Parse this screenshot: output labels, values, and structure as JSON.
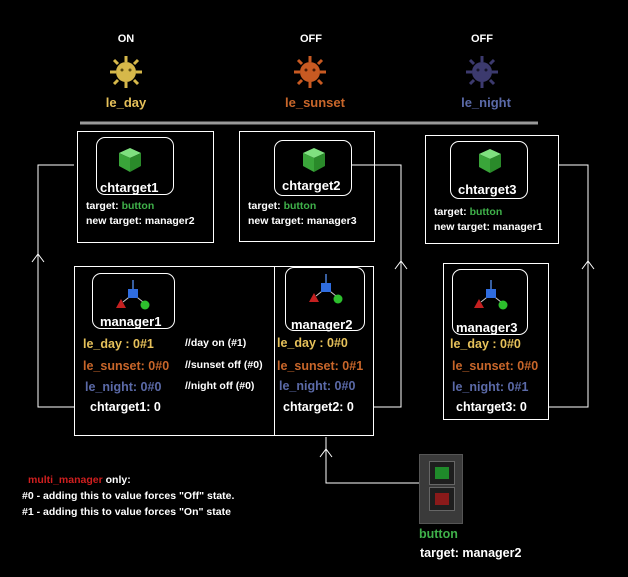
{
  "suns": [
    {
      "state": "ON",
      "name": "le_day",
      "color": "#e6c15a"
    },
    {
      "state": "OFF",
      "name": "le_sunset",
      "color": "#c8662a"
    },
    {
      "state": "OFF",
      "name": "le_night",
      "color": "#5b6aa8"
    }
  ],
  "chtargets": [
    {
      "name": "chtarget1",
      "target_label": "target:",
      "target_value": "button",
      "new_target": "new target: manager2"
    },
    {
      "name": "chtarget2",
      "target_label": "target:",
      "target_value": "button",
      "new_target": "new target: manager3"
    },
    {
      "name": "chtarget3",
      "target_label": "target:",
      "target_value": "button",
      "new_target": "new target: manager1"
    }
  ],
  "managers": [
    {
      "name": "manager1",
      "day": "le_day : 0#1",
      "sunset": "le_sunset: 0#0",
      "night": "le_night: 0#0",
      "ch": "chtarget1: 0",
      "comments": {
        "day": "//day on (#1)",
        "sunset": "//sunset off (#0)",
        "night": "//night off (#0)"
      }
    },
    {
      "name": "manager2",
      "day": "le_day : 0#0",
      "sunset": "le_sunset: 0#1",
      "night": "le_night: 0#0",
      "ch": "chtarget2: 0"
    },
    {
      "name": "manager3",
      "day": "le_day : 0#0",
      "sunset": "le_sunset: 0#0",
      "night": "le_night: 0#1",
      "ch": "chtarget3: 0"
    }
  ],
  "button": {
    "name": "button",
    "target": "target: manager2"
  },
  "legend": {
    "title_red": "multi_manager",
    "title_rest": " only:",
    "line1": "#0 - adding this to value forces \"Off\" state.",
    "line2": "#1 - adding this to value forces \"On\" state"
  },
  "colors": {
    "day": "#e6c15a",
    "sunset": "#c8662a",
    "night": "#5b6aa8",
    "target_green": "#3fb14a",
    "legend_red": "#d01f1f"
  }
}
